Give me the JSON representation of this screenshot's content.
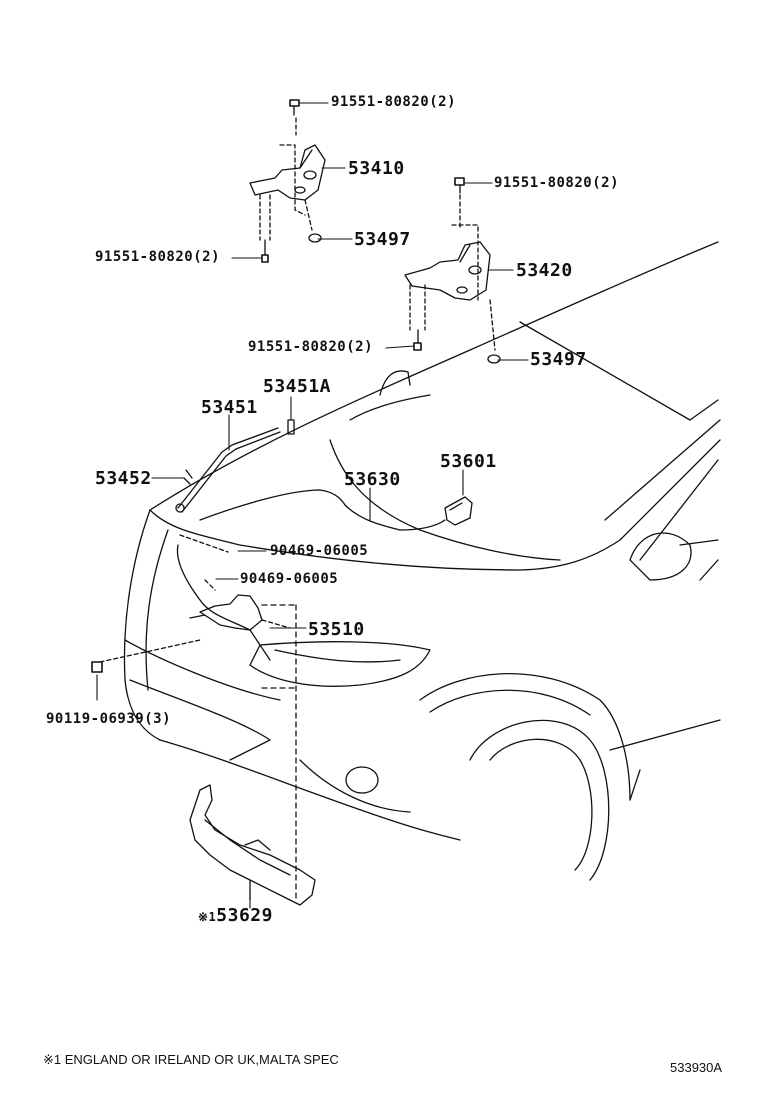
{
  "parts": {
    "bolt_hood_hinge_top": "91551-80820(2)",
    "hinge_lh": "53410",
    "bolt_hinge_rh_top": "91551-80820(2)",
    "cushion_lh": "53497",
    "bolt_hood_hinge_lh_bottom": "91551-80820(2)",
    "hinge_rh": "53420",
    "bolt_hinge_rh_bottom": "91551-80820(2)",
    "cushion_rh": "53497",
    "support_clip": "53451A",
    "support_rod": "53451",
    "support_holder": "53452",
    "release_lever": "53601",
    "release_cable": "53630",
    "clip_cable_upper": "90469-06005",
    "clip_cable_lower": "90469-06005",
    "hood_lock": "53510",
    "bolt_hood_lock": "90119-06939(3)",
    "lock_cover_prefix": "※1",
    "lock_cover": "53629"
  },
  "footnote": "※1 ENGLAND OR IRELAND OR UK,MALTA SPEC",
  "illustration_code": "533930A"
}
